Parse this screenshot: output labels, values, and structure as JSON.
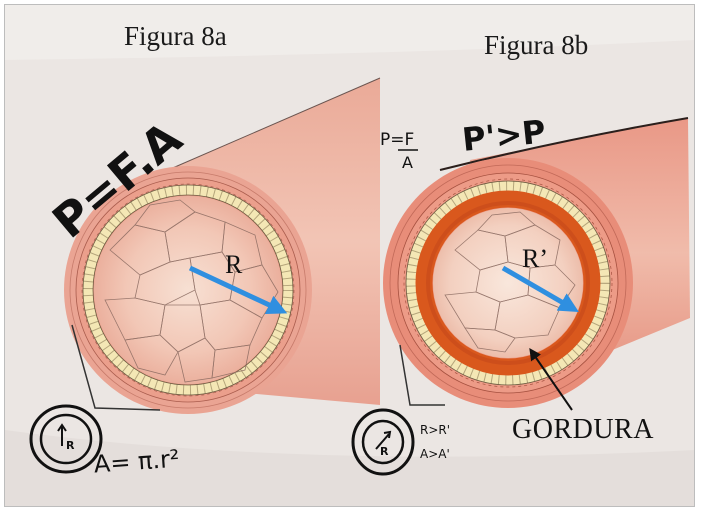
{
  "figures": {
    "left": {
      "title": "Figura 8a",
      "formula": "P=F.A",
      "radius_label": "R",
      "inset_radius": "R",
      "area_formula": "A= π.r²"
    },
    "right": {
      "title": "Figura 8b",
      "inequality": "P'>P",
      "formula_numerator": "P=F",
      "formula_denominator": "A",
      "radius_label": "R’",
      "inset_radius": "R",
      "inset_relation_1": "R>R'",
      "inset_relation_2": "A>A'",
      "fat_label": "GORDURA"
    }
  },
  "colors": {
    "paper": "#ebe6e3",
    "vessel_wall": "#e79a8a",
    "vessel_light": "#f2c3b5",
    "lumen": "#f3cbbd",
    "cell_ring": "#f4e7b5",
    "fat_orange": "#d9581d",
    "arrow_blue": "#2f8fe0"
  }
}
